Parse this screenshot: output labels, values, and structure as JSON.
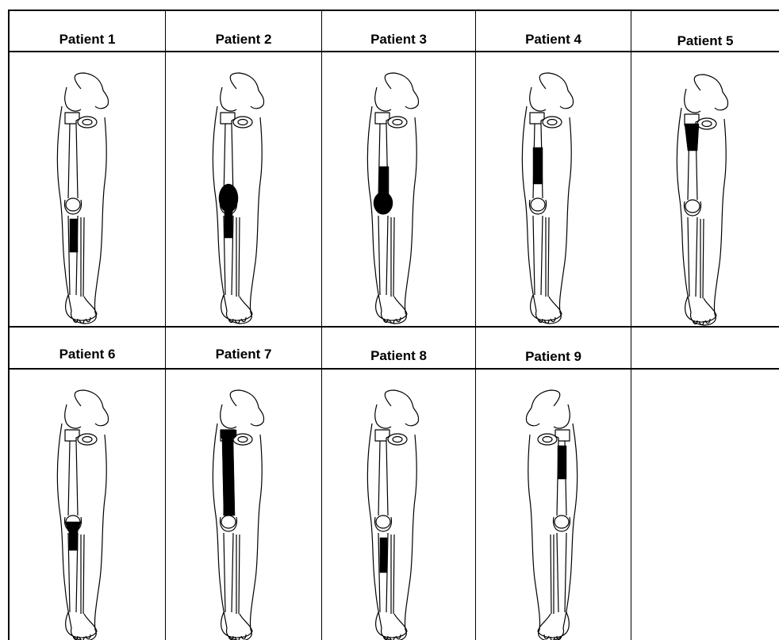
{
  "patients": [
    {
      "label": "Patient 1",
      "region": "tibia-upper-mid"
    },
    {
      "label": "Patient 2",
      "region": "distal-femur-knee-proximal-tibia"
    },
    {
      "label": "Patient 3",
      "region": "distal-femur-knee"
    },
    {
      "label": "Patient 4",
      "region": "femur-mid"
    },
    {
      "label": "Patient 5",
      "region": "proximal-femur"
    },
    {
      "label": "Patient 6",
      "region": "knee-proximal-tibia"
    },
    {
      "label": "Patient 7",
      "region": "whole-femur"
    },
    {
      "label": "Patient 8",
      "region": "tibia-mid"
    },
    {
      "label": "Patient 9",
      "region": "femur-mid-lateral"
    },
    {
      "label": "",
      "region": "none"
    }
  ],
  "colors": {
    "line": "#000000",
    "fill": "#000000",
    "background": "#ffffff"
  }
}
